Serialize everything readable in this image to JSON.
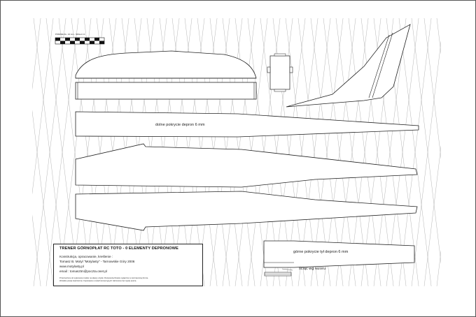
{
  "sheet": {
    "scale_label": "PODZIAŁKA - 10 mm - SKALA 1:1",
    "labels": {
      "bottom_cover": "dolne pokrycie depron 6 mm",
      "top_cover": "górne pokrycie tył depron 6 mm",
      "cut_note": "ściąć wg wzoru"
    }
  },
  "title_block": {
    "title": "TRENER GÓRNOPŁAT  RC TOTO - 0     ELEMENTY DEPRONOWE",
    "lines": [
      "Konstrukcja, opracowanie, kreślenie :",
      "Tomasz B. Motyl \"Motylasty\" - Tarnowskie Góry 2006",
      "www.motylasty.pl",
      "email : tomasztm@poczta.onet.pl"
    ],
    "fine_print": [
      "Przeznaczone do wykonania modelu na własny użytek. Rozpowszechnianie wyłącznie w niezmienionej formie.",
      "Wszelkie prawa zastrzeżone. Kopiowanie w celach komercyjnych zabronione bez zgody autora."
    ]
  }
}
